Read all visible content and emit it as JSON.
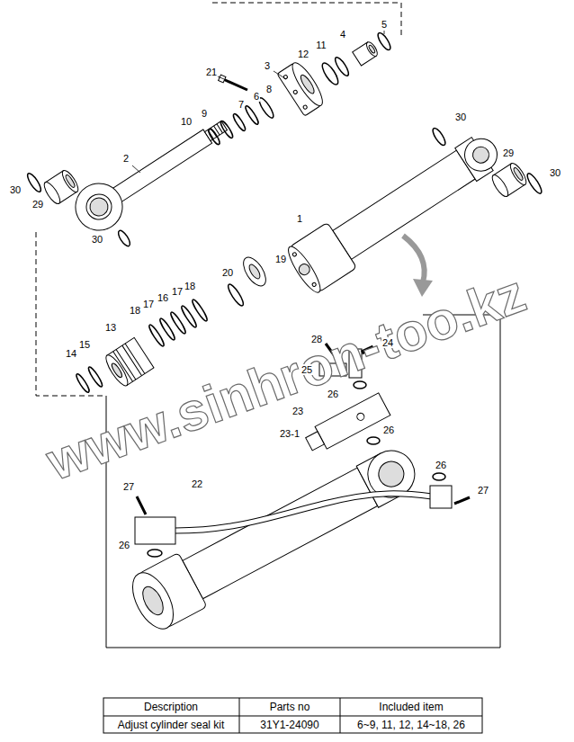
{
  "diagram": {
    "labels": [
      "5",
      "4",
      "11",
      "12",
      "3",
      "21",
      "8",
      "6",
      "7",
      "9",
      "10",
      "2",
      "30",
      "1",
      "29",
      "30",
      "30",
      "29",
      "30",
      "19",
      "20",
      "18",
      "17",
      "16",
      "17",
      "18",
      "13",
      "15",
      "14",
      "28",
      "24",
      "25",
      "26",
      "23",
      "26",
      "23-1",
      "26",
      "27",
      "22",
      "27",
      "26",
      "www.sinhron-too.kz",
      "Description",
      "Parts no",
      "Included item",
      "Adjust cylinder seal kit",
      "31Y1-24090",
      "6~9, 11, 12, 14~18, 26"
    ]
  }
}
